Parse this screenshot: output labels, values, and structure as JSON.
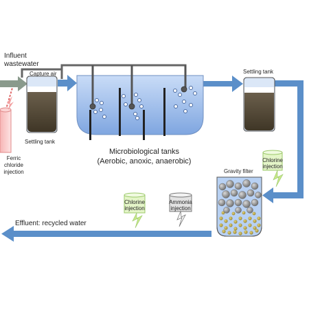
{
  "labels": {
    "influent_line1": "Influent",
    "influent_line2": "wastewater",
    "capture_air": "Capture air",
    "settling_tank_left": "Settling tank",
    "ferric_line1": "Ferric",
    "ferric_line2": "chloride",
    "ferric_line3": "injection",
    "micro_line1": "Microbiological tanks",
    "micro_line2": "(Aerobic, anoxic, anaerobic)",
    "settling_tank_right": "Settling tank",
    "chlorine_right_line1": "Chlorine",
    "chlorine_right_line2": "injection",
    "gravity_filter": "Gravity filter",
    "chlorine_left_line1": "Chlorine",
    "chlorine_left_line2": "injection",
    "ammonia_line1": "Ammonia",
    "ammonia_line2": "injection",
    "effluent": "Effluent: recycled water"
  },
  "colors": {
    "flow_arrow": "#5b8fc9",
    "tank_water": "#a9c6f0",
    "sludge": "#5b5040",
    "pipe": "#555555",
    "chlorine_tank": "#e4f5c8",
    "ferric_tank": "#f8c6c6",
    "ammonia_tank": "#d9d9d9"
  }
}
